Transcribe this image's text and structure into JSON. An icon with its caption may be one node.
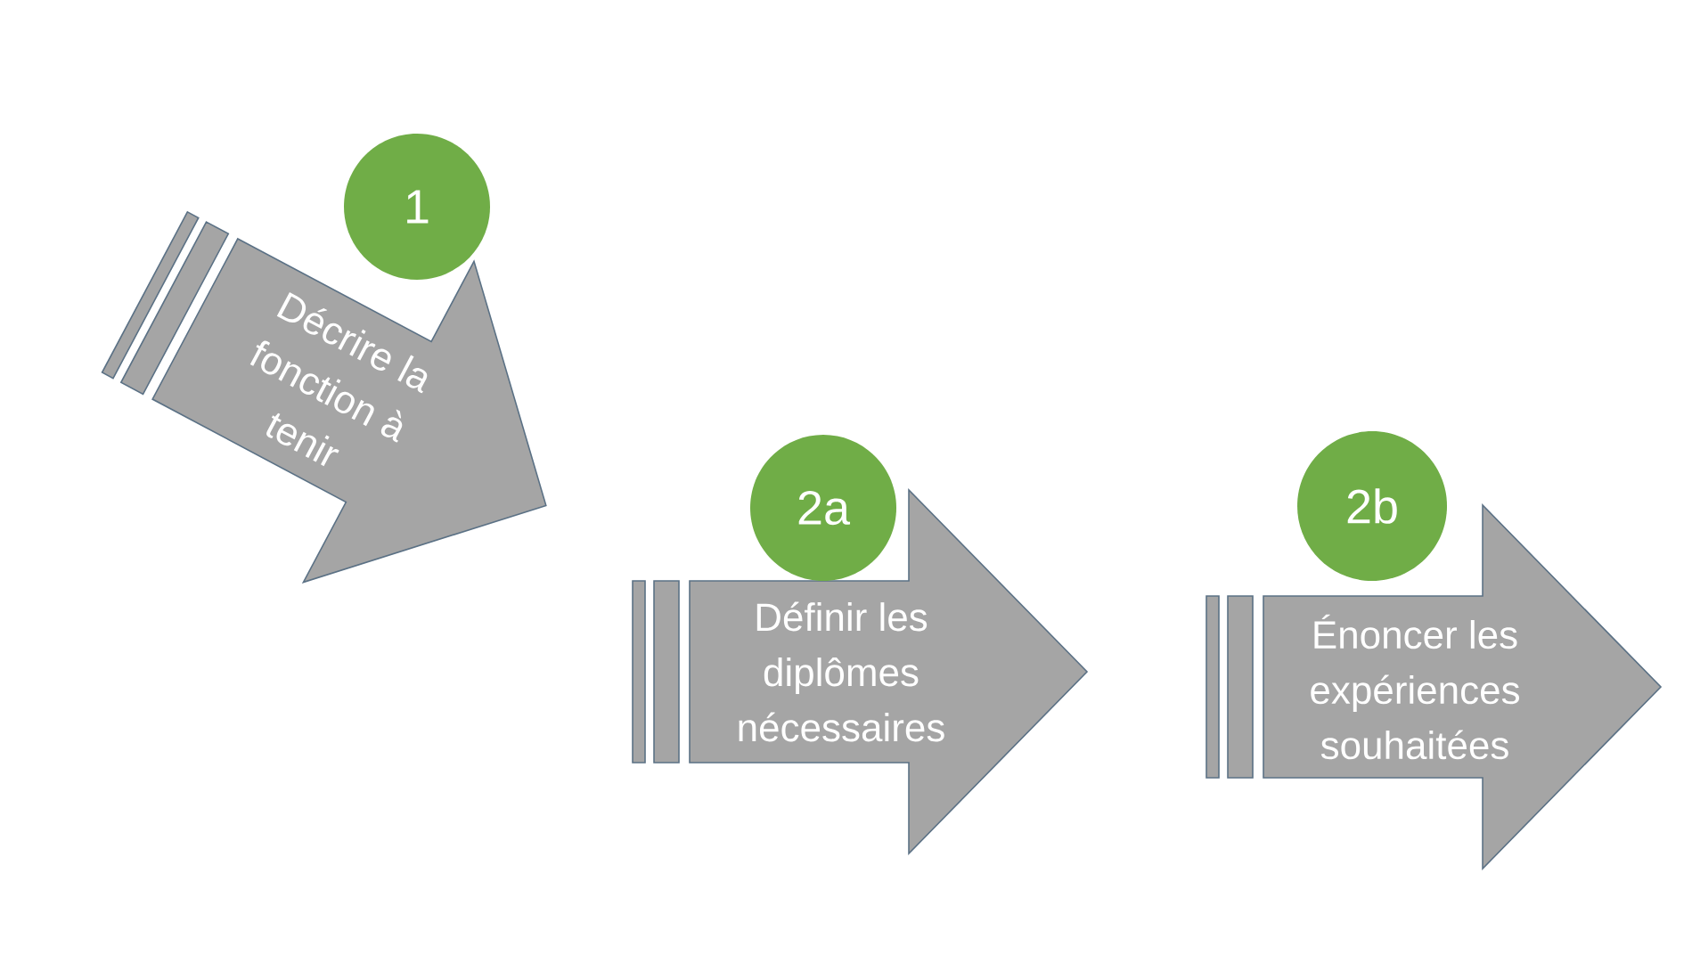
{
  "diagram": {
    "nodes": [
      {
        "text": [
          "1"
        ]
      },
      {
        "text": [
          "Décrire la fonction à tenir"
        ]
      },
      {
        "text": [
          "2a"
        ]
      },
      {
        "text": [
          "Définir les diplômes nécessaires"
        ]
      },
      {
        "text": [
          "2b"
        ]
      },
      {
        "text": [
          "Énoncer les expériences souhaitées"
        ]
      }
    ]
  }
}
